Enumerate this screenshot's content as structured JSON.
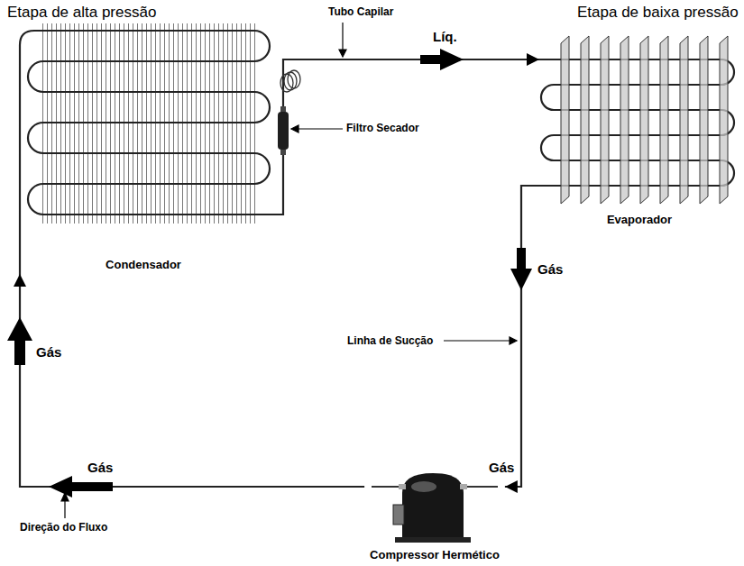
{
  "diagram": {
    "nodes": [
      {
        "text": [
          "Condensador"
        ]
      },
      {
        "text": [
          "Evaporador"
        ]
      },
      {
        "text": [
          "Compressor Hermético"
        ]
      }
    ],
    "edges": [
      {
        "from": 2,
        "to": 0,
        "arrow": "to",
        "label": "Gás"
      },
      {
        "from": 0,
        "to": 1,
        "arrow": "to",
        "label": "Líq."
      },
      {
        "from": 1,
        "to": 2,
        "arrow": "to",
        "label": "Gás"
      }
    ],
    "labels": [
      "Etapa de alta pressão",
      "Tubo Capilar",
      "Etapa de baixa pressão",
      "Filtro Secador",
      "Gás",
      "Gás",
      "Linha de Sucção",
      "Direção do Fluxo"
    ]
  }
}
